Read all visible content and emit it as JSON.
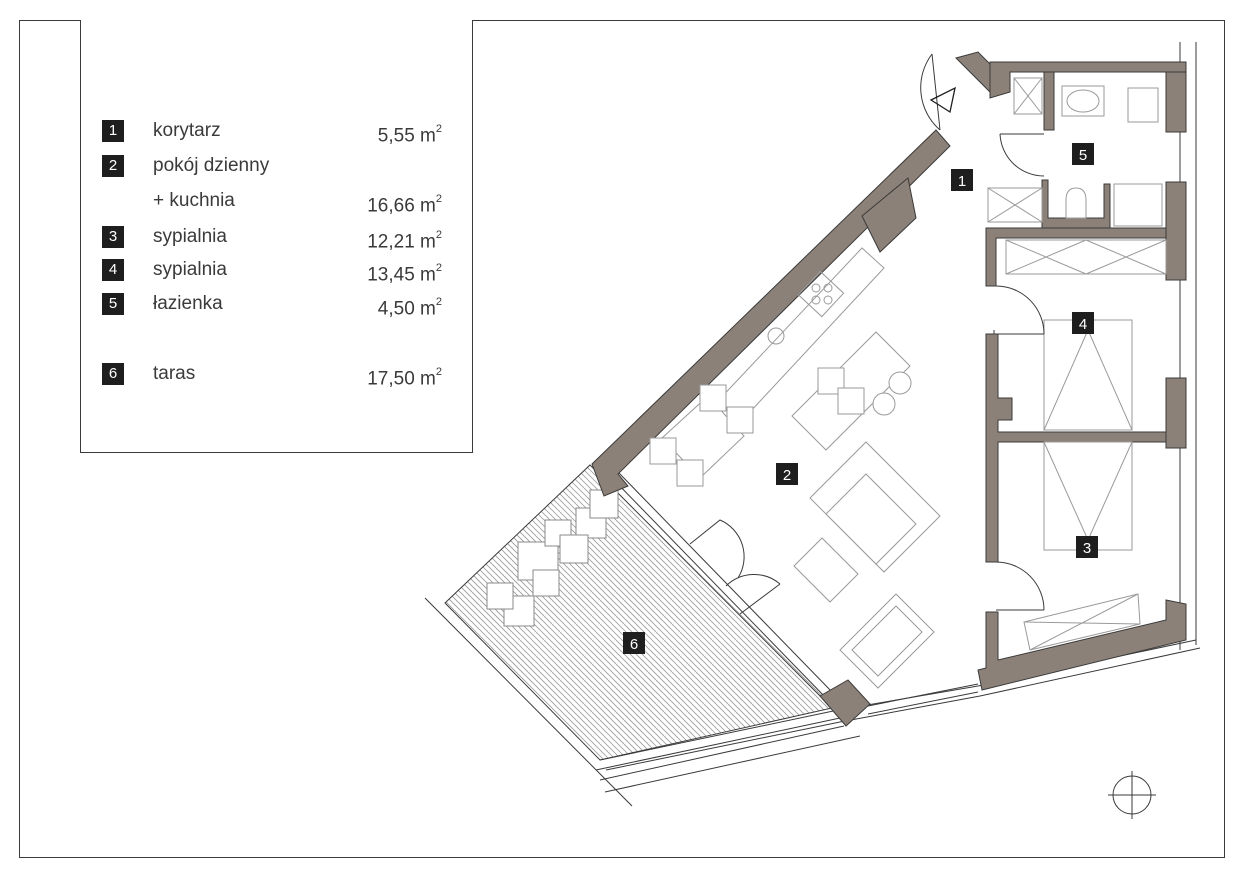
{
  "legend": {
    "rooms": [
      {
        "num": "1",
        "name": "korytarz",
        "area": "5,55 m",
        "unit_sup": "2"
      },
      {
        "num": "2",
        "name": "pokój dzienny",
        "area": "",
        "unit_sup": ""
      },
      {
        "num": "",
        "name": "+ kuchnia",
        "area": "16,66 m",
        "unit_sup": "2"
      },
      {
        "num": "3",
        "name": "sypialnia",
        "area": "12,21 m",
        "unit_sup": "2"
      },
      {
        "num": "4",
        "name": "sypialnia",
        "area": "13,45 m",
        "unit_sup": "2"
      },
      {
        "num": "5",
        "name": "łazienka",
        "area": "4,50 m",
        "unit_sup": "2"
      },
      {
        "num": "6",
        "name": "taras",
        "area": "17,50 m",
        "unit_sup": "2"
      }
    ]
  },
  "plan": {
    "room_labels": [
      "1",
      "2",
      "3",
      "4",
      "5",
      "6"
    ],
    "colors": {
      "wall": "#8c8178",
      "line": "#3a3a3a",
      "furniture": "#a8a8a8",
      "badge": "#1e1e1e"
    },
    "icons": [
      "entrance-arrow-icon",
      "compass-icon"
    ]
  }
}
